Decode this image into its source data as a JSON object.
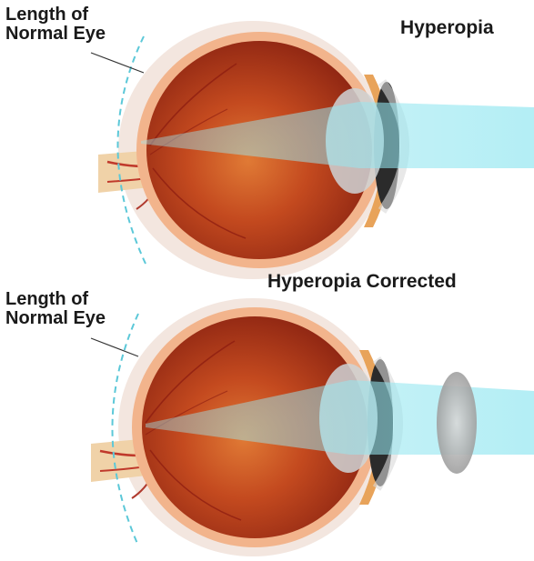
{
  "panels": [
    {
      "title": "Hyperopia",
      "eye_label_line1": "Length of",
      "eye_label_line2": "Normal Eye"
    },
    {
      "title": "Hyperopia Corrected",
      "eye_label_line1": "Length of",
      "eye_label_line2": "Normal Eye"
    }
  ],
  "colors": {
    "eye_interior": "#b0351a",
    "eye_interior_light": "#d8672e",
    "sclera": "#f0c9a8",
    "light_beam": "#8fe6f0",
    "normal_length_dashed": "#5cc8d8",
    "corrective_lens": "#8a8a8a",
    "text": "#1a1a1a"
  }
}
